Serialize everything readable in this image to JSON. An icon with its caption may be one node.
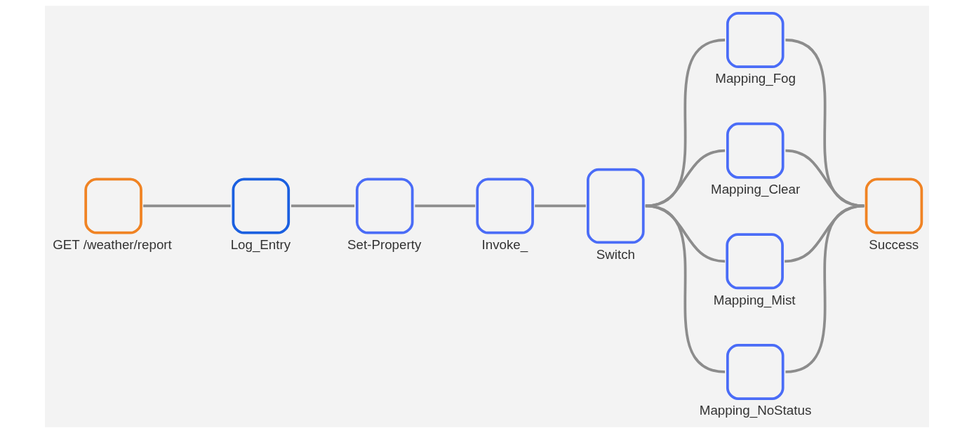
{
  "diagram": {
    "nodes": [
      {
        "text": [
          "GET /weather/report"
        ]
      },
      {
        "text": [
          "Log_Entry"
        ]
      },
      {
        "text": [
          "Set-Property"
        ]
      },
      {
        "text": [
          "Invoke_"
        ]
      },
      {
        "text": [
          "Switch"
        ]
      },
      {
        "text": [
          "Mapping_Fog"
        ]
      },
      {
        "text": [
          "Mapping_Clear"
        ]
      },
      {
        "text": [
          "Mapping_Mist"
        ]
      },
      {
        "text": [
          "Mapping_NoStatus"
        ]
      },
      {
        "text": [
          "Success"
        ]
      }
    ],
    "edges": [
      {
        "from": 0,
        "to": 1,
        "arrow": "none"
      },
      {
        "from": 1,
        "to": 2,
        "arrow": "none"
      },
      {
        "from": 2,
        "to": 3,
        "arrow": "none"
      },
      {
        "from": 3,
        "to": 4,
        "arrow": "none"
      },
      {
        "from": 4,
        "to": 5,
        "arrow": "none"
      },
      {
        "from": 4,
        "to": 6,
        "arrow": "none"
      },
      {
        "from": 4,
        "to": 7,
        "arrow": "none"
      },
      {
        "from": 4,
        "to": 8,
        "arrow": "none"
      },
      {
        "from": 5,
        "to": 9,
        "arrow": "none"
      },
      {
        "from": 6,
        "to": 9,
        "arrow": "none"
      },
      {
        "from": 7,
        "to": 9,
        "arrow": "none"
      },
      {
        "from": 8,
        "to": 9,
        "arrow": "none"
      }
    ]
  }
}
